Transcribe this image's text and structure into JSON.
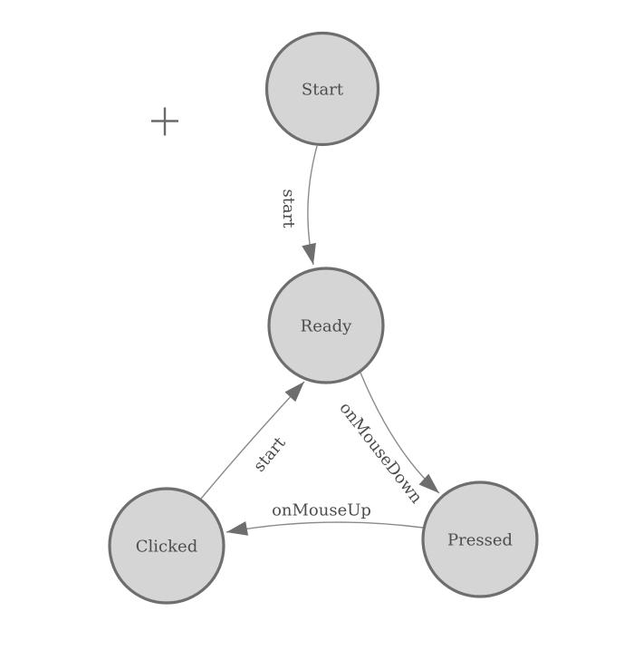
{
  "palette": {
    "background": "#ffffff",
    "node_fill": "#d5d5d5",
    "node_stroke": "#6e6e6e",
    "edge_color": "#8a8a8a",
    "arrow_color": "#6e6e6e",
    "text_color": "#4d4d4d",
    "cross_color": "#6a6a6a"
  },
  "diagram": {
    "type": "state-machine",
    "nodes": [
      {
        "id": "start",
        "label": "Start"
      },
      {
        "id": "ready",
        "label": "Ready"
      },
      {
        "id": "clicked",
        "label": "Clicked"
      },
      {
        "id": "pressed",
        "label": "Pressed"
      }
    ],
    "edges": [
      {
        "from": "start",
        "to": "ready",
        "label": "start"
      },
      {
        "from": "ready",
        "to": "pressed",
        "label": "onMouseDown"
      },
      {
        "from": "pressed",
        "to": "clicked",
        "label": "onMouseUp"
      },
      {
        "from": "clicked",
        "to": "ready",
        "label": "start"
      }
    ],
    "origin_marker": "plus-crosshair"
  }
}
